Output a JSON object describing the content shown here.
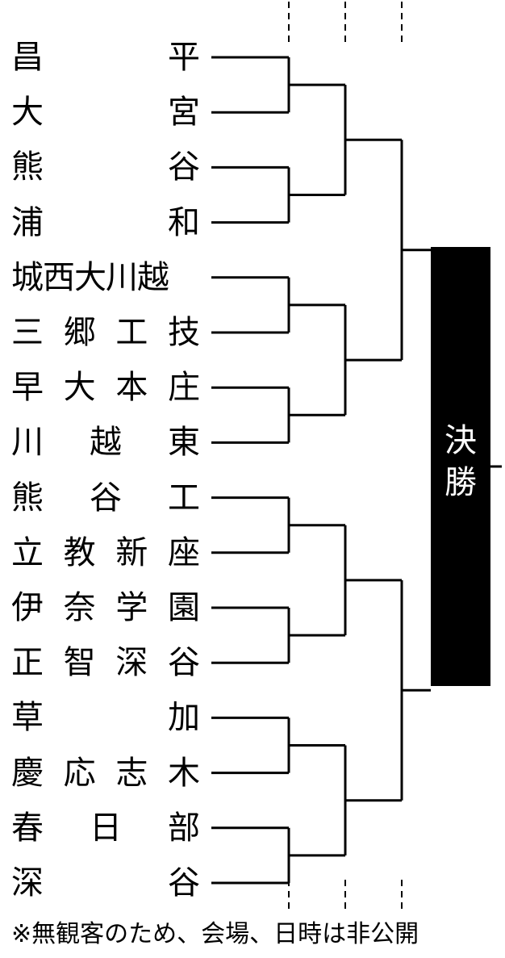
{
  "teams": [
    "昌平",
    "大宮",
    "熊谷",
    "浦和",
    "城西大川越",
    "三郷工技",
    "早大本庄",
    "川越東",
    "熊谷工",
    "立教新座",
    "伊奈学園",
    "正智深谷",
    "草加",
    "慶応志木",
    "春日部",
    "深谷"
  ],
  "final_label": "決勝",
  "footnote": "※無観客のため、会場、日時は非公開",
  "colors": {
    "line": "#000000",
    "final_box": "#000000",
    "final_text": "#ffffff"
  }
}
